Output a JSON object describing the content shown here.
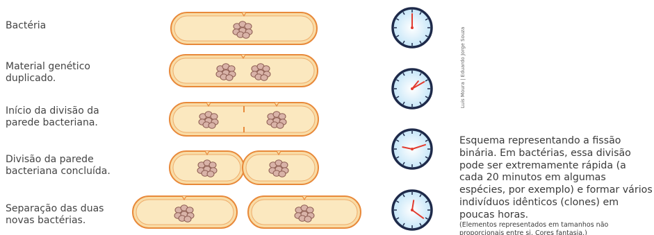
{
  "stages": [
    {
      "label": "Bactéria"
    },
    {
      "label": "Material genético\nduplicado."
    },
    {
      "label": "Início da divisão da\nparede bacteriana."
    },
    {
      "label": "Divisão da parede\nbacteriana concluída."
    },
    {
      "label": "Separação das duas\nnovas bactérias."
    }
  ],
  "credit": "Luis Moura | Eduardo Jorge Souza",
  "caption": "Esquema representando a fissão binária. Em bactérias, essa divisão pode ser extremamente rápida (a cada 20 minutos em algumas espécies, por exemplo) e formar vários indivíduos idênticos (clones) em poucas horas.",
  "note": "(Elementos representados em tamanhos não proporcionais entre si. Cores fantasia.)",
  "colors": {
    "cell_fill": "#f9dca6",
    "cell_inner": "#fbe8bf",
    "cell_stroke": "#e8893a",
    "dna_fill": "#d9b3a8",
    "dna_stroke": "#8a5a50",
    "clock_face": "#bfe3f7",
    "clock_rim": "#1e2a4a",
    "clock_hand": "#e23b2e"
  }
}
